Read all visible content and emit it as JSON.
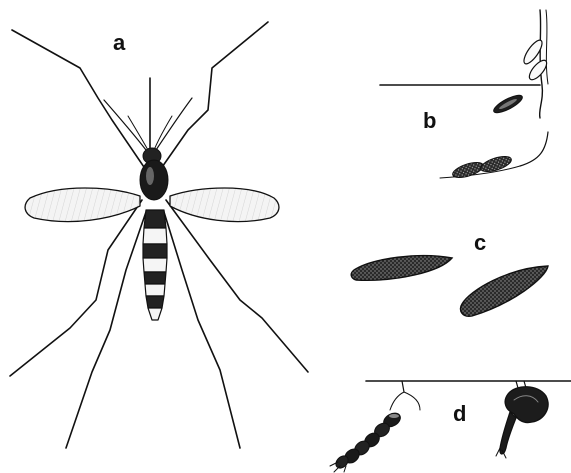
{
  "labels": {
    "a": "a",
    "b": "b",
    "c": "c",
    "d": "d"
  },
  "colors": {
    "ink": "#111111",
    "paper": "#ffffff",
    "wing_fill": "#f2f2f2",
    "egg_fill": "#2a2a2a"
  },
  "panels": [
    {
      "id": "a",
      "subject": "adult-mosquito"
    },
    {
      "id": "b",
      "subject": "eggs-on-water-edge"
    },
    {
      "id": "c",
      "subject": "single-eggs"
    },
    {
      "id": "d",
      "subject": "larva-and-pupa-at-surface"
    }
  ]
}
